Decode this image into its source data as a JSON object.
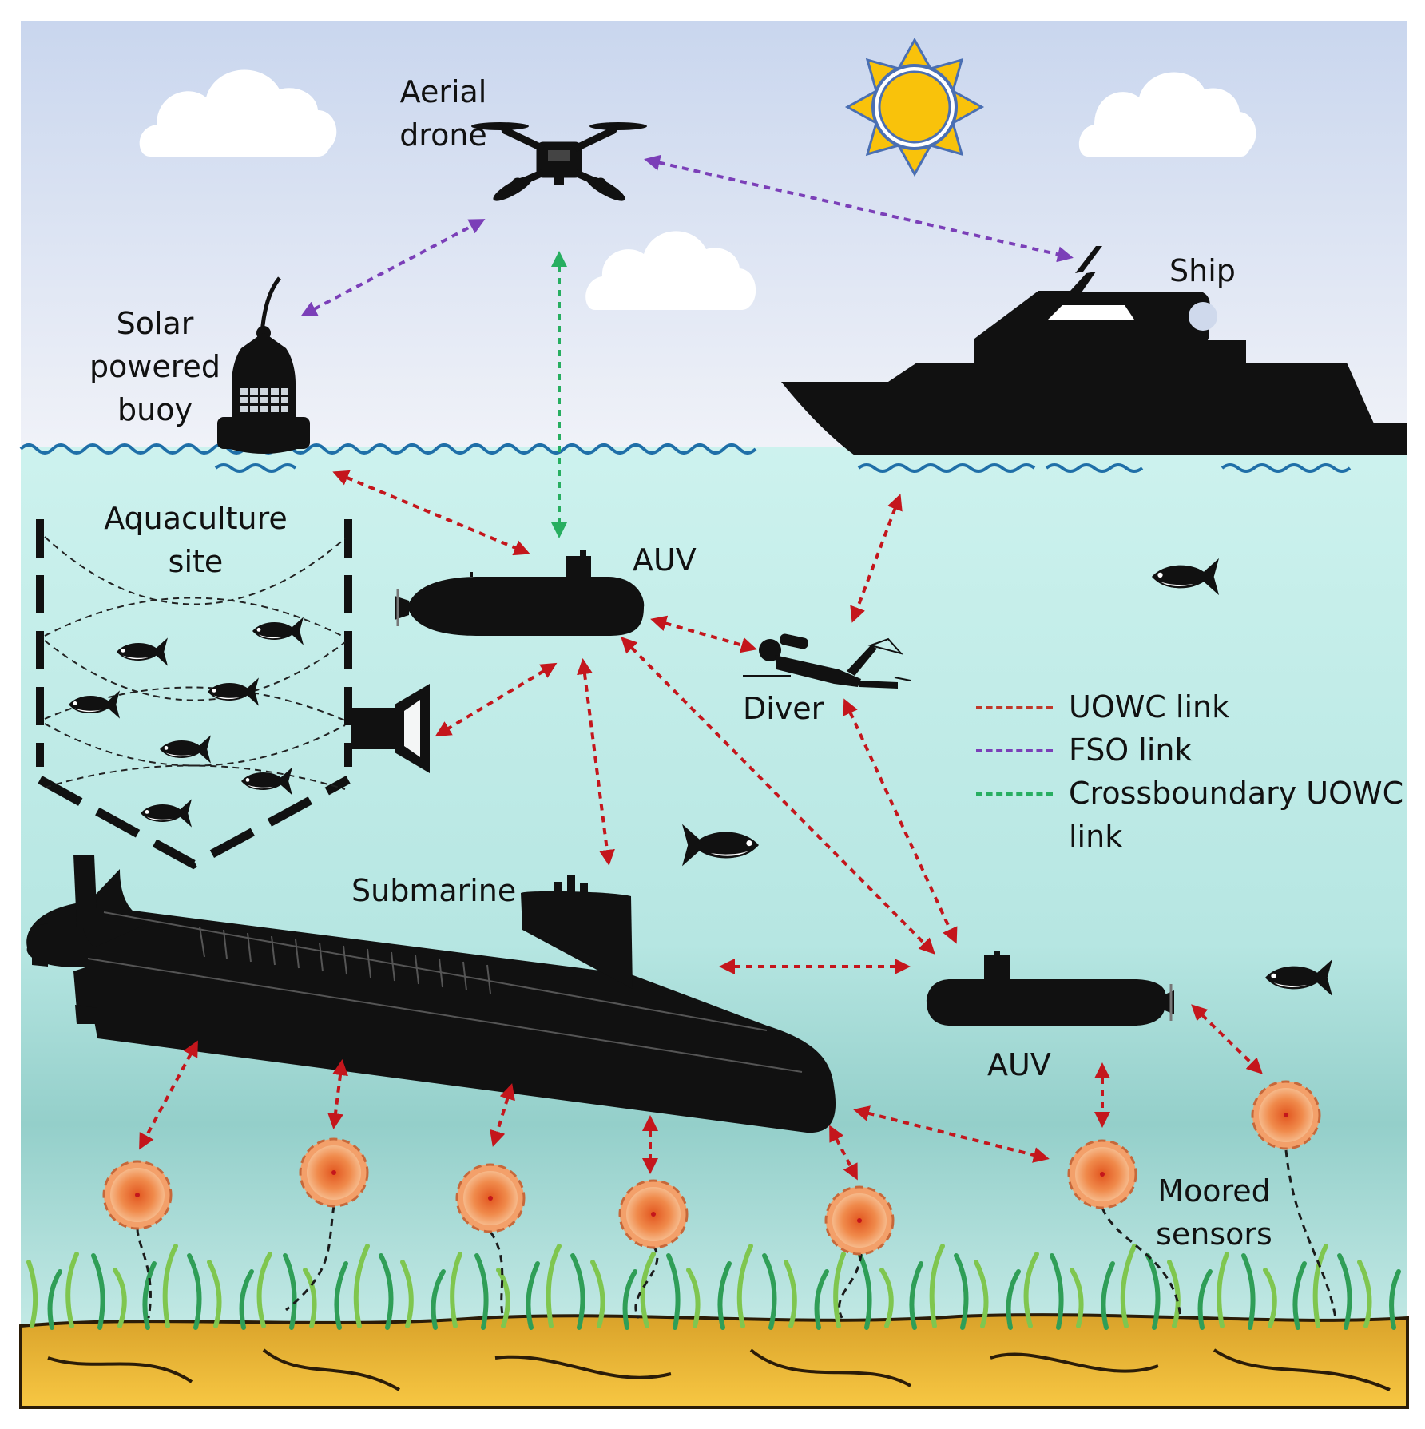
{
  "labels": {
    "drone": [
      "Aerial",
      "drone"
    ],
    "buoy": [
      "Solar",
      "powered",
      "buoy"
    ],
    "ship": "Ship",
    "aquaculture": [
      "Aquaculture",
      "site"
    ],
    "auv_top": "AUV",
    "auv_bottom": "AUV",
    "diver": "Diver",
    "submarine": "Submarine",
    "sensors": [
      "Moored",
      "sensors"
    ]
  },
  "legend": [
    {
      "label": "UOWC link",
      "color": "#c0392b"
    },
    {
      "label": "FSO link",
      "color": "#7b3fb8"
    },
    {
      "label": "Crossboundary UOWC",
      "label2": "link",
      "color": "#27ae60"
    }
  ],
  "colors": {
    "sky_top": "#cdd9ef",
    "sky_bottom": "#eef1f8",
    "sea_top": "#c9f1ec",
    "sea_bottom": "#9fd8d4",
    "seabed": "#f0b62a",
    "uowc": "#c0392b",
    "fso": "#7b3fb8",
    "crossboundary": "#27ae60",
    "sun": "#f9c20b",
    "sensor": "#e9692c"
  },
  "icons": [
    "cloud-icon",
    "sun-icon",
    "drone-icon",
    "buoy-icon",
    "ship-icon",
    "auv-icon",
    "diver-icon",
    "submarine-icon",
    "fish-icon",
    "speaker-icon",
    "sensor-icon",
    "seaweed-icon"
  ]
}
